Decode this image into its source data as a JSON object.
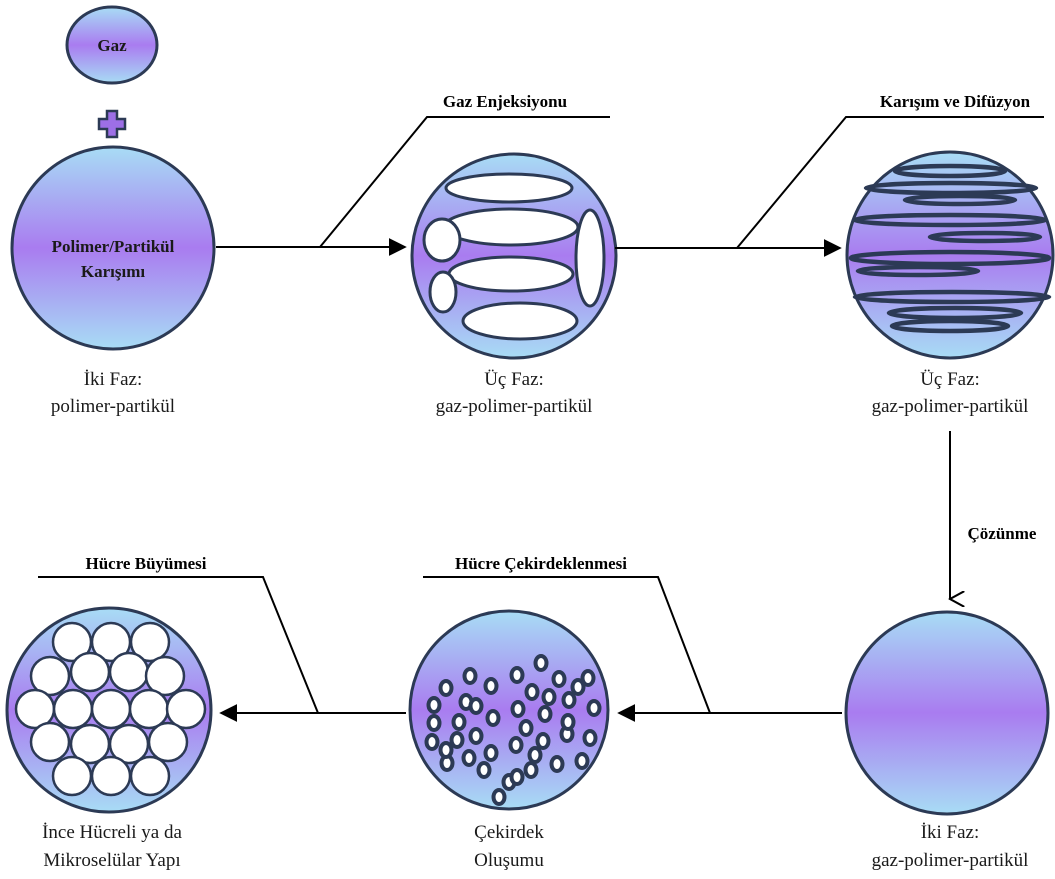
{
  "gas_bubble": {
    "label": "Gaz"
  },
  "plus_icon": "plus-icon",
  "stages": {
    "s1": {
      "inner": [
        "Polimer/Partikül",
        "Karışımı"
      ],
      "caption": [
        "İki Faz:",
        "polimer-partikül"
      ]
    },
    "s2": {
      "caption": [
        "Üç Faz:",
        "gaz-polimer-partikül"
      ]
    },
    "s3": {
      "caption": [
        "Üç Faz:",
        "gaz-polimer-partikül"
      ]
    },
    "s4": {
      "caption": [
        "İki Faz:",
        "gaz-polimer-partikül"
      ]
    },
    "s5": {
      "caption": [
        "Çekirdek",
        "Oluşumu"
      ]
    },
    "s6": {
      "caption": [
        "İnce Hücreli ya da",
        "Mikroselülar Yapı"
      ]
    }
  },
  "steps": {
    "injection": "Gaz Enjeksiyonu",
    "mixing": "Karışım ve Difüzyon",
    "dissolution": "Çözünme",
    "nucleation": "Hücre Çekirdeklenmesi",
    "growth": "Hücre Büyümesi"
  },
  "colors": {
    "sphere_edge": "#a8dcf5",
    "sphere_mid": "#a97cf0",
    "outline": "#2c3a55",
    "plus": "#9d6fe6"
  }
}
